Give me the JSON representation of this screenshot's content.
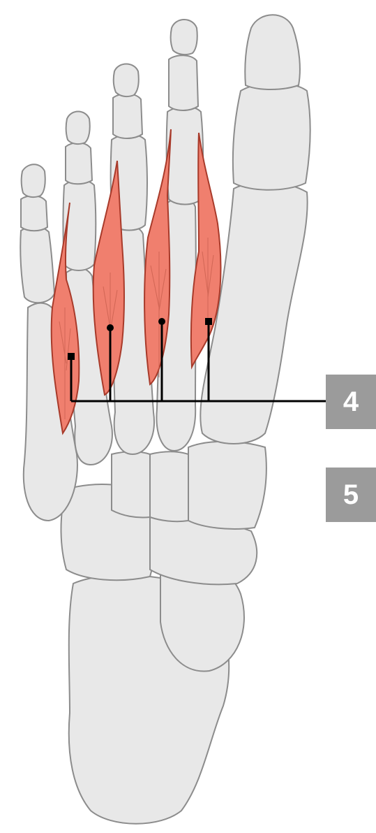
{
  "labels": [
    {
      "id": "4",
      "text": "4"
    },
    {
      "id": "5",
      "text": "5"
    }
  ],
  "colors": {
    "bone_fill": "#e8e8e8",
    "bone_stroke": "#8c8c8c",
    "muscle_fill": "#f07f6e",
    "muscle_stroke": "#a83a2a",
    "leader_line": "#000000",
    "badge_fill": "#9b9b9b",
    "badge_text": "#ffffff"
  },
  "structures": {
    "bones": [
      "toe-1",
      "toe-2",
      "toe-3",
      "toe-4",
      "toe-5",
      "metatarsals",
      "tarsals",
      "calcaneus"
    ],
    "muscles": [
      "interosseous-muscle-1",
      "interosseous-muscle-2",
      "interosseous-muscle-3",
      "interosseous-muscle-4"
    ]
  }
}
